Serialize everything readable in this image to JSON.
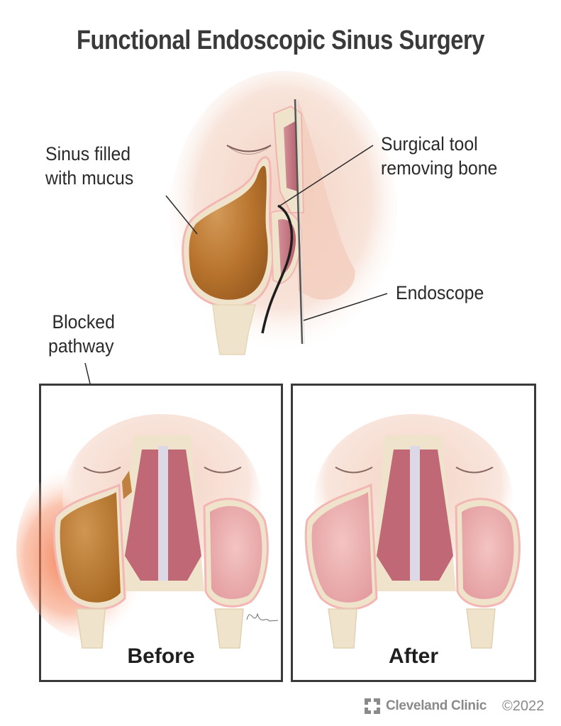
{
  "title": "Functional Endoscopic Sinus Surgery",
  "top_illustration": {
    "labels": {
      "sinus": [
        "Sinus filled",
        "with mucus"
      ],
      "tool": [
        "Surgical tool",
        "removing bone"
      ],
      "endoscope": "Endoscope",
      "blocked": [
        "Blocked",
        "pathway"
      ]
    }
  },
  "panels": [
    {
      "id": "before",
      "caption": "Before"
    },
    {
      "id": "after",
      "caption": "After"
    }
  ],
  "footer": {
    "brand": "Cleveland Clinic",
    "copyright": "©2022"
  },
  "colors": {
    "mucus": "#b8742e",
    "sinus_pink": "#e7a6a8",
    "cavity_dark": "#b9606e",
    "bone": "#f1e6cf",
    "skin": "#f6dccd",
    "inflammation": "#f26a3a",
    "frame": "#3a3a3a"
  }
}
